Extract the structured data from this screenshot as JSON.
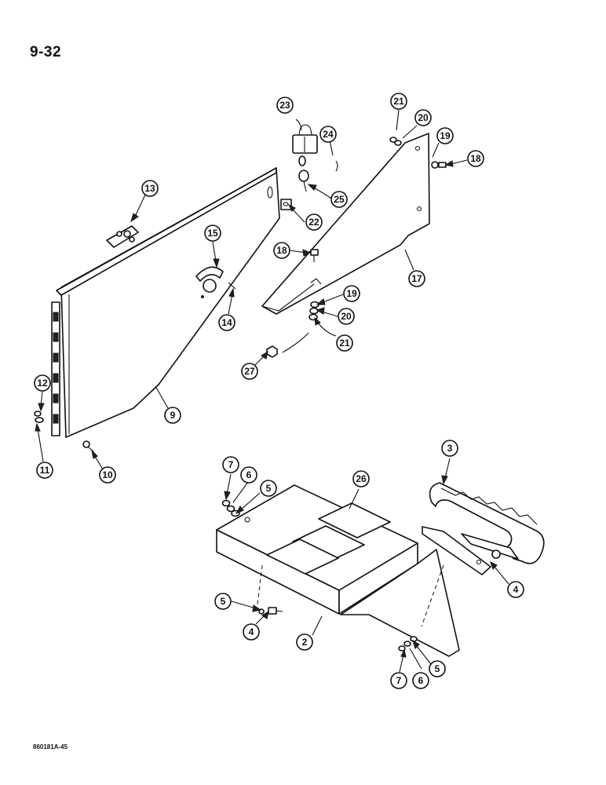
{
  "header": {
    "page_number": "9-32"
  },
  "footer": {
    "reference_code": "860181A-45"
  },
  "callouts": [
    "2",
    "3",
    "4",
    "5",
    "6",
    "7",
    "9",
    "10",
    "11",
    "12",
    "13",
    "14",
    "15",
    "17",
    "18",
    "19",
    "20",
    "21",
    "22",
    "23",
    "24",
    "25",
    "26",
    "27"
  ]
}
